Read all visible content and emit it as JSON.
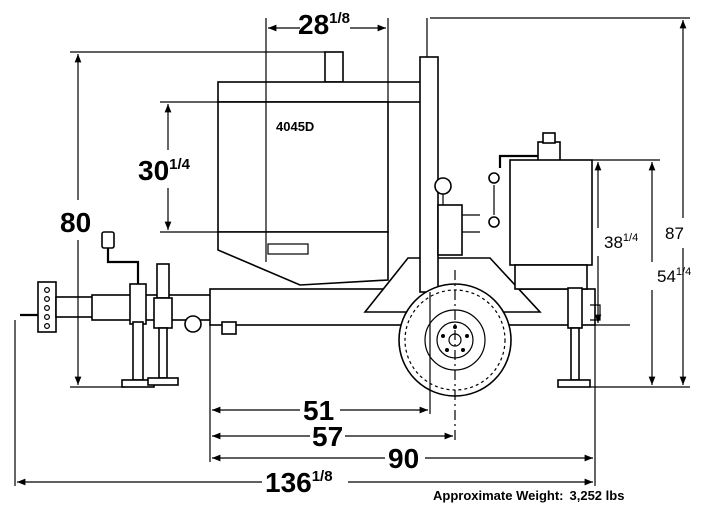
{
  "engine_label": "4045D",
  "dimensions": {
    "top_width": {
      "whole": "28",
      "frac": "1/8"
    },
    "engine_height": {
      "whole": "30",
      "frac": "1/4"
    },
    "overall_height_left": {
      "whole": "80",
      "frac": ""
    },
    "right_height_1": {
      "whole": "38",
      "frac": "1/4"
    },
    "right_height_2": {
      "whole": "54",
      "frac": "1/4"
    },
    "overall_height_right": {
      "whole": "87",
      "frac": ""
    },
    "length_51": {
      "whole": "51",
      "frac": ""
    },
    "length_57": {
      "whole": "57",
      "frac": ""
    },
    "length_90": {
      "whole": "90",
      "frac": ""
    },
    "overall_length": {
      "whole": "136",
      "frac": "1/8"
    }
  },
  "weight": {
    "label": "Approximate Weight:",
    "value": "3,252 lbs"
  }
}
